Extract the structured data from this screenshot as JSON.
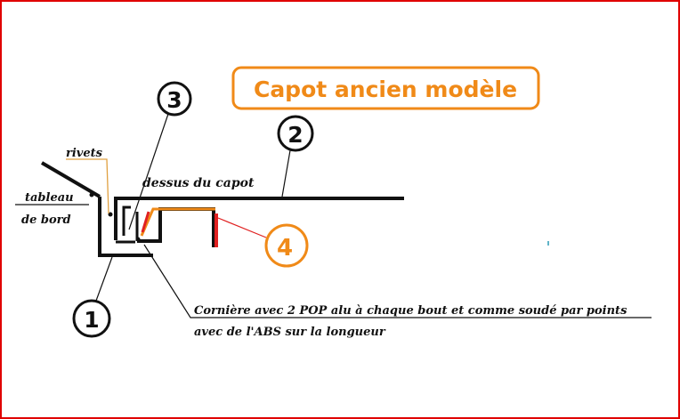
{
  "title": "Capot ancien modèle",
  "labels": {
    "rivets": "rivets",
    "tableau_line1": "tableau",
    "tableau_line2": "de bord",
    "dessus": "dessus du capot",
    "note_line1": "Cornière avec 2 POP alu à chaque bout et comme soudé par points",
    "note_line2": "avec de l'ABS sur la longueur"
  },
  "callouts": {
    "n1": "1",
    "n2": "2",
    "n3": "3",
    "n4": "4"
  },
  "colors": {
    "frame": "#e00000",
    "accent": "#f08a18",
    "profile": "#111111",
    "abs_strip": "#e02020"
  }
}
